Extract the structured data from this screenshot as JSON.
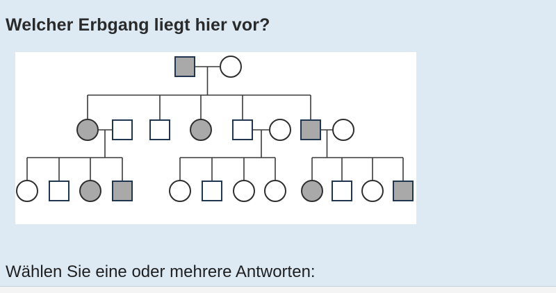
{
  "question": {
    "title": "Welcher Erbgang liegt hier vor?",
    "prompt": "Wählen Sie eine oder mehrere Antworten:"
  },
  "pedigree": {
    "affected_color": "#a9a9a9",
    "unaffected_color": "#ffffff",
    "generations": [
      {
        "level": 1,
        "individuals": [
          {
            "sex": "male",
            "affected": true
          },
          {
            "sex": "female",
            "affected": false
          }
        ]
      },
      {
        "level": 2,
        "individuals": [
          {
            "sex": "female",
            "affected": true
          },
          {
            "sex": "male",
            "affected": false,
            "married_in": true
          },
          {
            "sex": "male",
            "affected": false
          },
          {
            "sex": "female",
            "affected": true
          },
          {
            "sex": "male",
            "affected": false
          },
          {
            "sex": "female",
            "affected": false,
            "married_in": true
          },
          {
            "sex": "male",
            "affected": true
          },
          {
            "sex": "female",
            "affected": false,
            "married_in": true
          }
        ]
      },
      {
        "level": 3,
        "families": [
          [
            {
              "sex": "female",
              "affected": false
            },
            {
              "sex": "male",
              "affected": false
            },
            {
              "sex": "female",
              "affected": true
            },
            {
              "sex": "male",
              "affected": true
            }
          ],
          [
            {
              "sex": "female",
              "affected": false
            },
            {
              "sex": "male",
              "affected": false
            },
            {
              "sex": "female",
              "affected": false
            },
            {
              "sex": "female",
              "affected": false
            }
          ],
          [
            {
              "sex": "female",
              "affected": true
            },
            {
              "sex": "male",
              "affected": false
            },
            {
              "sex": "female",
              "affected": false
            },
            {
              "sex": "male",
              "affected": true
            }
          ]
        ]
      }
    ]
  }
}
